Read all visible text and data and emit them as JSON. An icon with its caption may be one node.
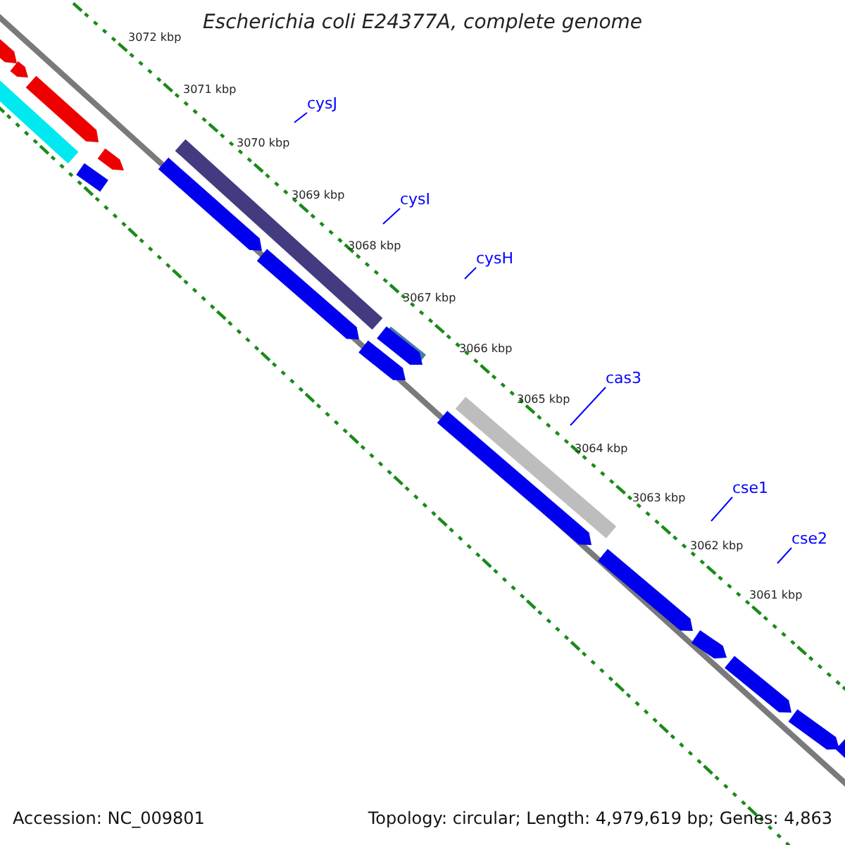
{
  "diagram": {
    "title": "Escherichia coli E24377A, complete genome",
    "nodes": [
      {
        "text": [
          "cysJ"
        ]
      },
      {
        "text": [
          "cysI"
        ]
      },
      {
        "text": [
          "cysH"
        ]
      },
      {
        "text": [
          "cas3"
        ]
      },
      {
        "text": [
          "cse1"
        ]
      },
      {
        "text": [
          "cse2"
        ]
      }
    ],
    "edges": [
      {
        "from": 0,
        "to": null,
        "arrow": "none"
      },
      {
        "from": 1,
        "to": null,
        "arrow": "none"
      },
      {
        "from": 2,
        "to": null,
        "arrow": "none"
      },
      {
        "from": 3,
        "to": null,
        "arrow": "none"
      },
      {
        "from": 4,
        "to": null,
        "arrow": "none"
      },
      {
        "from": 5,
        "to": null,
        "arrow": "none"
      }
    ],
    "labels": [
      "3072 kbp",
      "3071 kbp",
      "3070 kbp",
      "3069 kbp",
      "3068 kbp",
      "3067 kbp",
      "3066 kbp",
      "3065 kbp",
      "3064 kbp",
      "3063 kbp",
      "3062 kbp",
      "3061 kbp",
      "Accession: NC_009801",
      "Topology: circular; Length: 4,979,619 bp; Genes: 4,863"
    ]
  }
}
